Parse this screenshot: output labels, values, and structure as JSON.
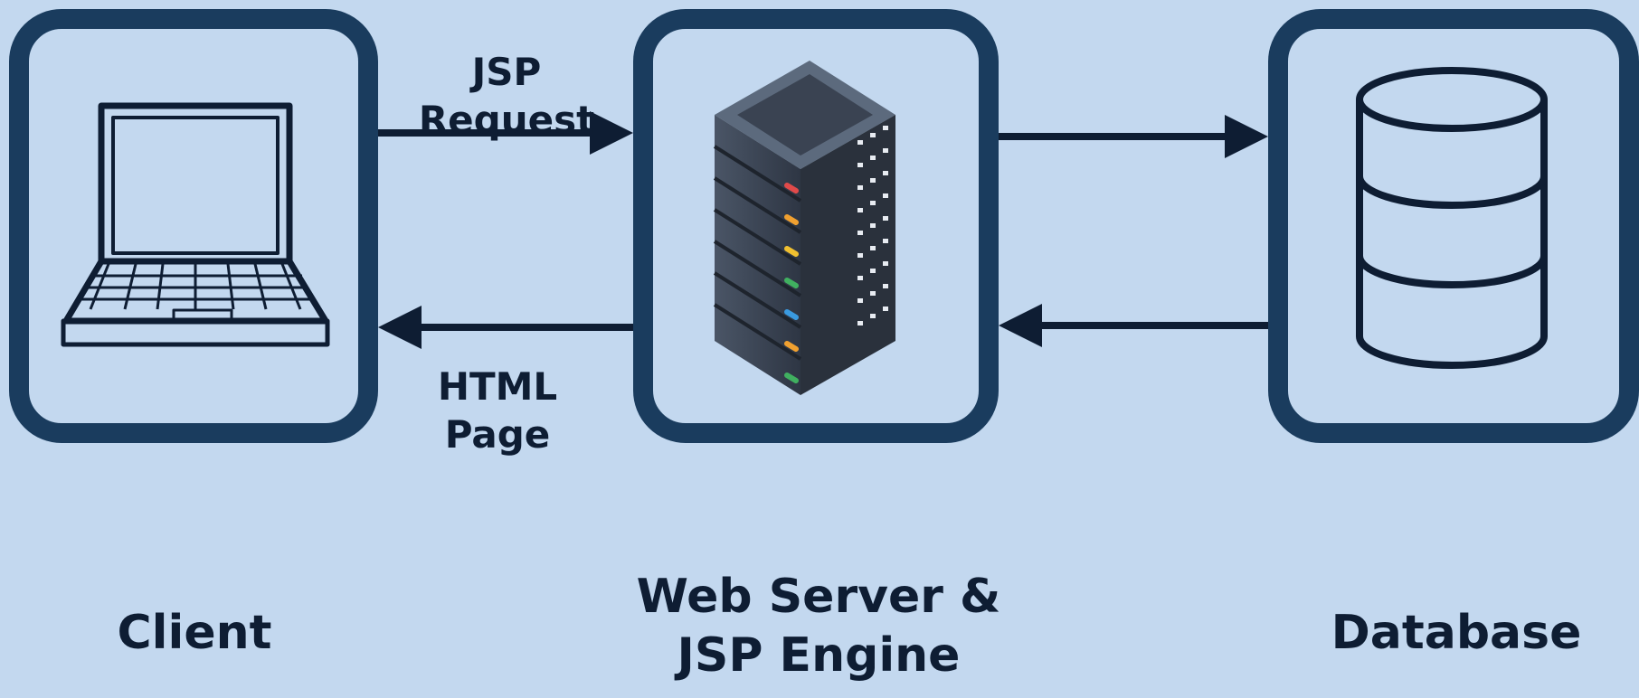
{
  "nodes": {
    "client": {
      "label": "Client",
      "icon": "laptop-icon"
    },
    "server": {
      "label": "Web Server &\nJSP Engine",
      "icon": "server-rack-icon"
    },
    "database": {
      "label": "Database",
      "icon": "database-icon"
    }
  },
  "edges": {
    "client_to_server": {
      "label": "JSP Request"
    },
    "server_to_client": {
      "label": "HTML Page"
    },
    "server_to_database": {
      "label": ""
    },
    "database_to_server": {
      "label": ""
    }
  },
  "colors": {
    "background": "#c3d8ef",
    "border": "#1a3c5e",
    "text": "#0e1d33"
  }
}
